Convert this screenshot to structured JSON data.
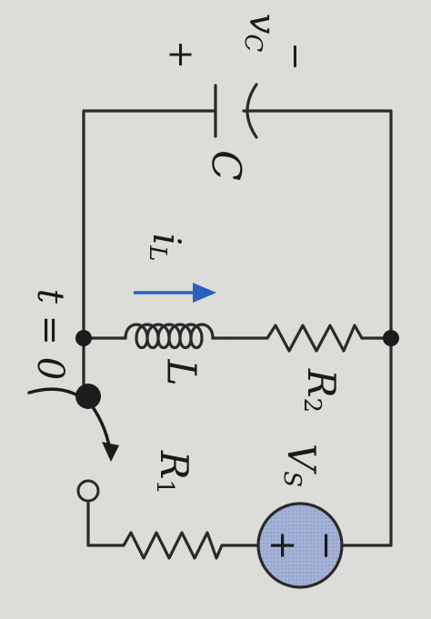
{
  "labels": {
    "switch_time": "t = 0",
    "capacitor_voltage": "v",
    "capacitor_voltage_sub": "C",
    "capacitor_plus": "+",
    "capacitor_minus": "−",
    "capacitor": "C",
    "inductor_current": "i",
    "inductor_current_sub": "L",
    "inductor": "L",
    "resistor_1": "R",
    "resistor_1_sub": "1",
    "resistor_2": "R",
    "resistor_2_sub": "2",
    "source_voltage": "V",
    "source_voltage_sub": "S",
    "source_plus": "+",
    "source_minus": "−"
  },
  "colors": {
    "wire": "#2a2a2a",
    "current_arrow": "#2a5fbf",
    "source_fill": "#9eaed3",
    "paper": "#dcdcd8"
  },
  "icons": {
    "switch": "switch-pivot-icon",
    "node": "junction-dot-icon"
  }
}
